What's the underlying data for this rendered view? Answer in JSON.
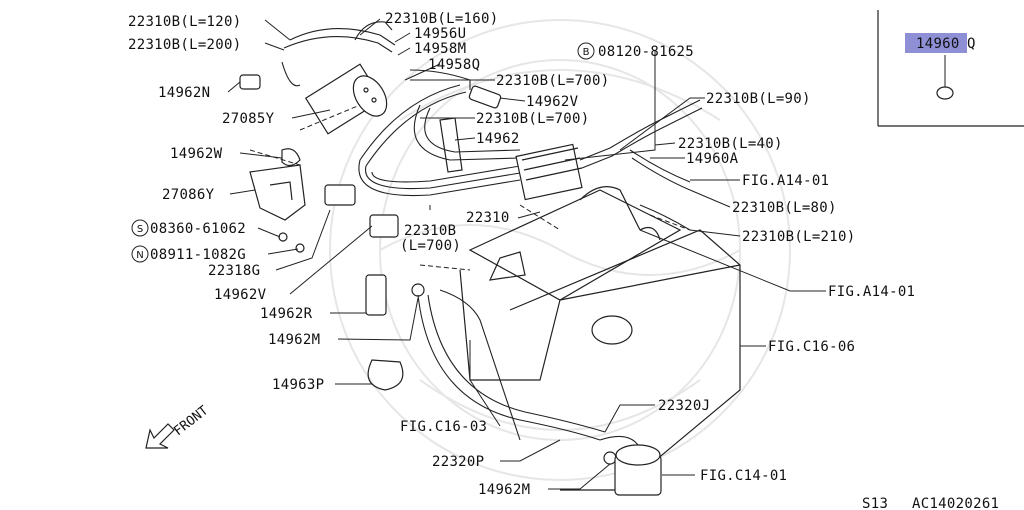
{
  "labels": {
    "l22310B_120": "22310B(L=120)",
    "l22310B_200": "22310B(L=200)",
    "l22310B_160": "22310B(L=160)",
    "l14956U": "14956U",
    "l14958M": "14958M",
    "l14958Q": "14958Q",
    "l14962N": "14962N",
    "l22310B_700a": "22310B(L=700)",
    "l14962V_top": "14962V",
    "l27085Y": "27085Y",
    "l22310B_700b": "22310B(L=700)",
    "l14962": "14962",
    "l14962W": "14962W",
    "l27086Y": "27086Y",
    "l08360": "08360-61062",
    "l08911": "08911-1082G",
    "l22318G": "22318G",
    "l14962V_bot": "14962V",
    "l14962R": "14962R",
    "l14962M_a": "14962M",
    "l14963P": "14963P",
    "l22310B_mid": "22310B",
    "l22310B_mid_len": "(L=700)",
    "l22310": "22310",
    "l08120": "08120-81625",
    "l22310B_90": "22310B(L=90)",
    "l22310B_40": "22310B(L=40)",
    "l14960A": "14960A",
    "lFIGA14_1": "FIG.A14-01",
    "l22310B_80": "22310B(L=80)",
    "l22310B_210": "22310B(L=210)",
    "lFIGA14_2": "FIG.A14-01",
    "lFIGC16_06": "FIG.C16-06",
    "lFIGC16_03": "FIG.C16-03",
    "l22320J": "22320J",
    "l22320P": "22320P",
    "l14962M_b": "14962M",
    "lFIGC14_01": "FIG.C14-01",
    "front": "FRONT"
  },
  "symbols": {
    "bolt_B": "B",
    "screw_S": "S",
    "nut_N": "N"
  },
  "inset": {
    "part_main": "14960",
    "part_suffix": "Q"
  },
  "footer": {
    "model": "S13",
    "code": "AC14020261"
  },
  "colors": {
    "highlight": "#8f8fd6",
    "line": "#222222"
  }
}
